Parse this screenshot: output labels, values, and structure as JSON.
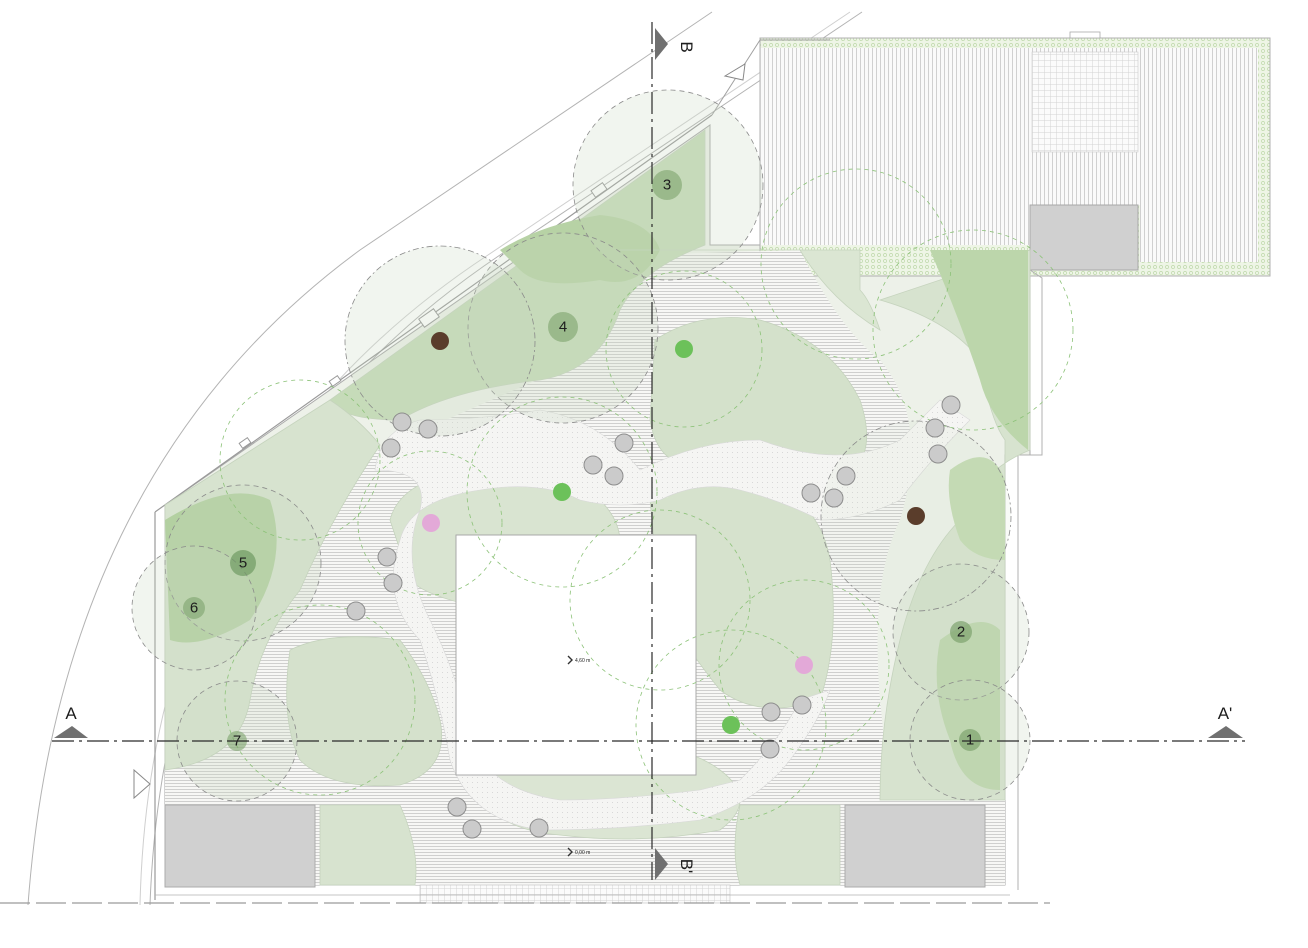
{
  "plan": {
    "section_a": {
      "start_label": "A",
      "end_label": "A'"
    },
    "section_b": {
      "start_label": "B",
      "end_label": "B'"
    },
    "elevations": {
      "central_platform": "4,60 m",
      "entrance": "0,00 m"
    },
    "numbered_trees": [
      {
        "label": "1"
      },
      {
        "label": "2"
      },
      {
        "label": "3"
      },
      {
        "label": "4"
      },
      {
        "label": "5"
      },
      {
        "label": "6"
      },
      {
        "label": "7"
      }
    ]
  },
  "legend_colors": {
    "lawn": "#dbe6d3",
    "planting": "#a8c99a",
    "paving_path": "#f1f1ef",
    "decking_lines": "#9a9a9a",
    "existing_tree": "#6f9a62",
    "new_tree_green": "#6cc15a",
    "new_tree_pink": "#e3a9d8",
    "new_tree_brown": "#5a3d2b",
    "stepping_stone": "#c9c9c9",
    "building": "#d0d0d0"
  }
}
